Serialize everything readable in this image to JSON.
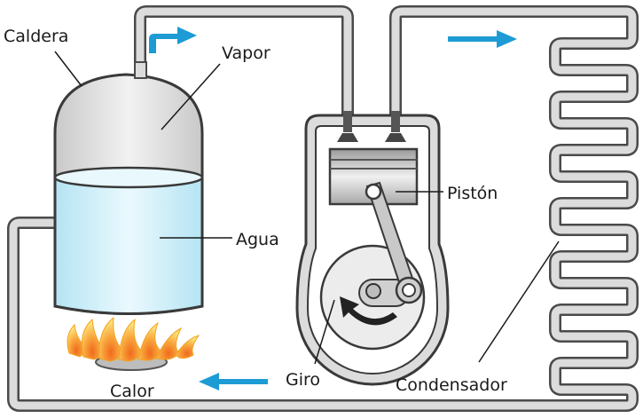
{
  "labels": {
    "caldera": "Caldera",
    "vapor": "Vapor",
    "agua": "Agua",
    "piston": "Pistón",
    "giro": "Giro",
    "condensador": "Condensador",
    "calor": "Calor"
  },
  "colors": {
    "pipe": "#d6d6d6",
    "pipe_stroke": "#4a4a4a",
    "boiler": "#e3e3e3",
    "water": "#cdeffa",
    "arrow": "#1d9bd4",
    "flame_outer": "#fbd23a",
    "flame_inner": "#f4882a"
  },
  "icons": {
    "flow_arrow": "right-arrow-icon",
    "return_arrow": "left-arrow-icon",
    "rotation_arrow": "curved-arrow-icon"
  }
}
